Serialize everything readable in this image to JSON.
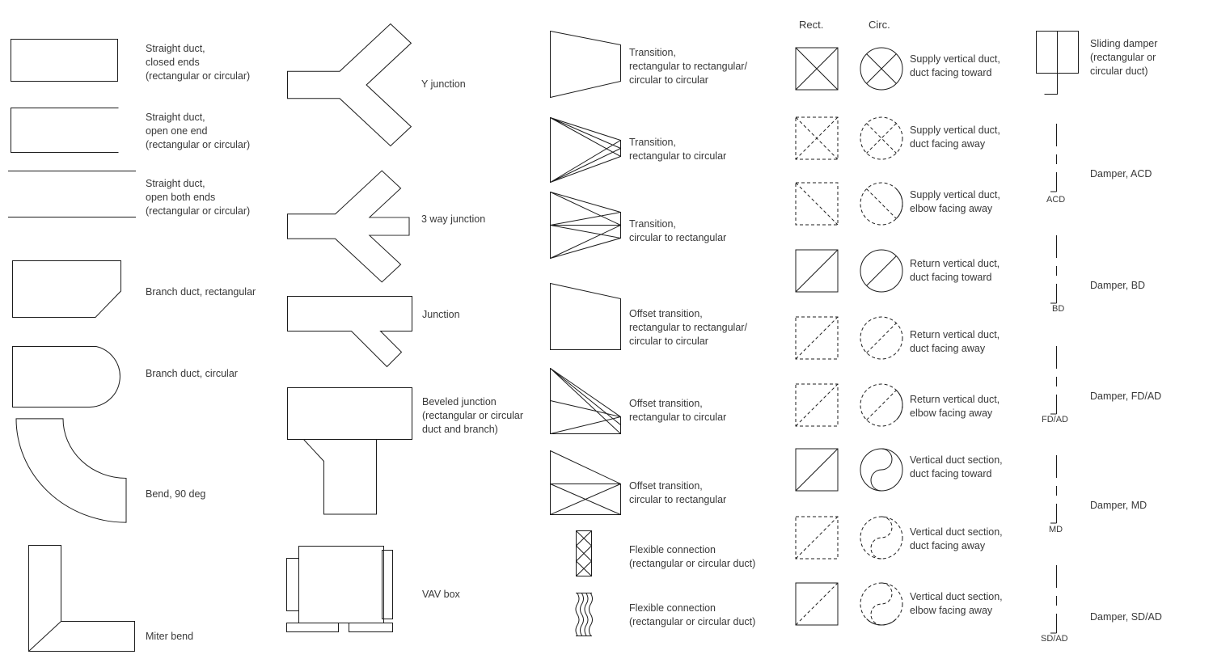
{
  "page": {
    "background": "#ffffff",
    "stroke_color": "#1c1c1c",
    "text_color": "#383838"
  },
  "col1": {
    "items": [
      {
        "symbol": "straight-duct-closed-ends",
        "label": "Straight duct,\nclosed ends\n(rectangular or circular)"
      },
      {
        "symbol": "straight-duct-open-one-end",
        "label": "Straight duct,\nopen one end\n(rectangular or circular)"
      },
      {
        "symbol": "straight-duct-open-both-ends",
        "label": "Straight duct,\nopen both ends\n(rectangular or circular)"
      },
      {
        "symbol": "branch-duct-rectangular",
        "label": "Branch duct, rectangular"
      },
      {
        "symbol": "branch-duct-circular",
        "label": "Branch duct, circular"
      },
      {
        "symbol": "bend-90-deg",
        "label": "Bend, 90 deg"
      },
      {
        "symbol": "miter-bend",
        "label": "Miter bend"
      }
    ]
  },
  "col2": {
    "items": [
      {
        "symbol": "y-junction",
        "label": "Y junction"
      },
      {
        "symbol": "three-way-junction",
        "label": "3 way junction"
      },
      {
        "symbol": "junction",
        "label": "Junction"
      },
      {
        "symbol": "beveled-junction",
        "label": "Beveled junction\n(rectangular or circular\nduct and branch)"
      },
      {
        "symbol": "vav-box",
        "label": "VAV box"
      }
    ]
  },
  "col3": {
    "items": [
      {
        "symbol": "transition-rect-to-rect",
        "label": "Transition,\nrectangular to rectangular/\ncircular to circular"
      },
      {
        "symbol": "transition-rect-to-circ",
        "label": "Transition,\nrectangular to circular"
      },
      {
        "symbol": "transition-circ-to-rect",
        "label": "Transition,\ncircular to rectangular"
      },
      {
        "symbol": "offset-transition-rect-to-rect",
        "label": "Offset transition,\nrectangular to rectangular/\ncircular to circular"
      },
      {
        "symbol": "offset-transition-rect-to-circ",
        "label": "Offset transition,\nrectangular to circular"
      },
      {
        "symbol": "offset-transition-circ-to-rect",
        "label": "Offset transition,\ncircular to rectangular"
      },
      {
        "symbol": "flexible-connection-hatched",
        "label": "Flexible connection\n(rectangular or circular duct)"
      },
      {
        "symbol": "flexible-connection-bellows",
        "label": "Flexible connection\n(rectangular or circular duct)"
      }
    ]
  },
  "col4": {
    "headers": {
      "rect": "Rect.",
      "circ": "Circ."
    },
    "items": [
      {
        "label": "Supply vertical duct,\nduct facing toward"
      },
      {
        "label": "Supply vertical duct,\nduct facing away"
      },
      {
        "label": "Supply vertical duct,\nelbow facing away"
      },
      {
        "label": "Return vertical duct,\nduct facing toward"
      },
      {
        "label": "Return vertical duct,\nduct facing away"
      },
      {
        "label": "Return vertical duct,\nelbow facing away"
      },
      {
        "label": "Vertical duct section,\nduct facing toward"
      },
      {
        "label": "Vertical duct section,\nduct facing away"
      },
      {
        "label": "Vertical duct section,\nelbow facing away"
      }
    ]
  },
  "col5": {
    "items": [
      {
        "symbol": "sliding-damper",
        "label": "Sliding damper\n(rectangular or\ncircular duct)",
        "tag": ""
      },
      {
        "symbol": "damper-acd",
        "label": "Damper, ACD",
        "tag": "ACD"
      },
      {
        "symbol": "damper-bd",
        "label": "Damper, BD",
        "tag": "BD"
      },
      {
        "symbol": "damper-fd-ad",
        "label": "Damper, FD/AD",
        "tag": "FD/AD"
      },
      {
        "symbol": "damper-md",
        "label": "Damper, MD",
        "tag": "MD"
      },
      {
        "symbol": "damper-sd-ad",
        "label": "Damper, SD/AD",
        "tag": "SD/AD"
      }
    ]
  }
}
